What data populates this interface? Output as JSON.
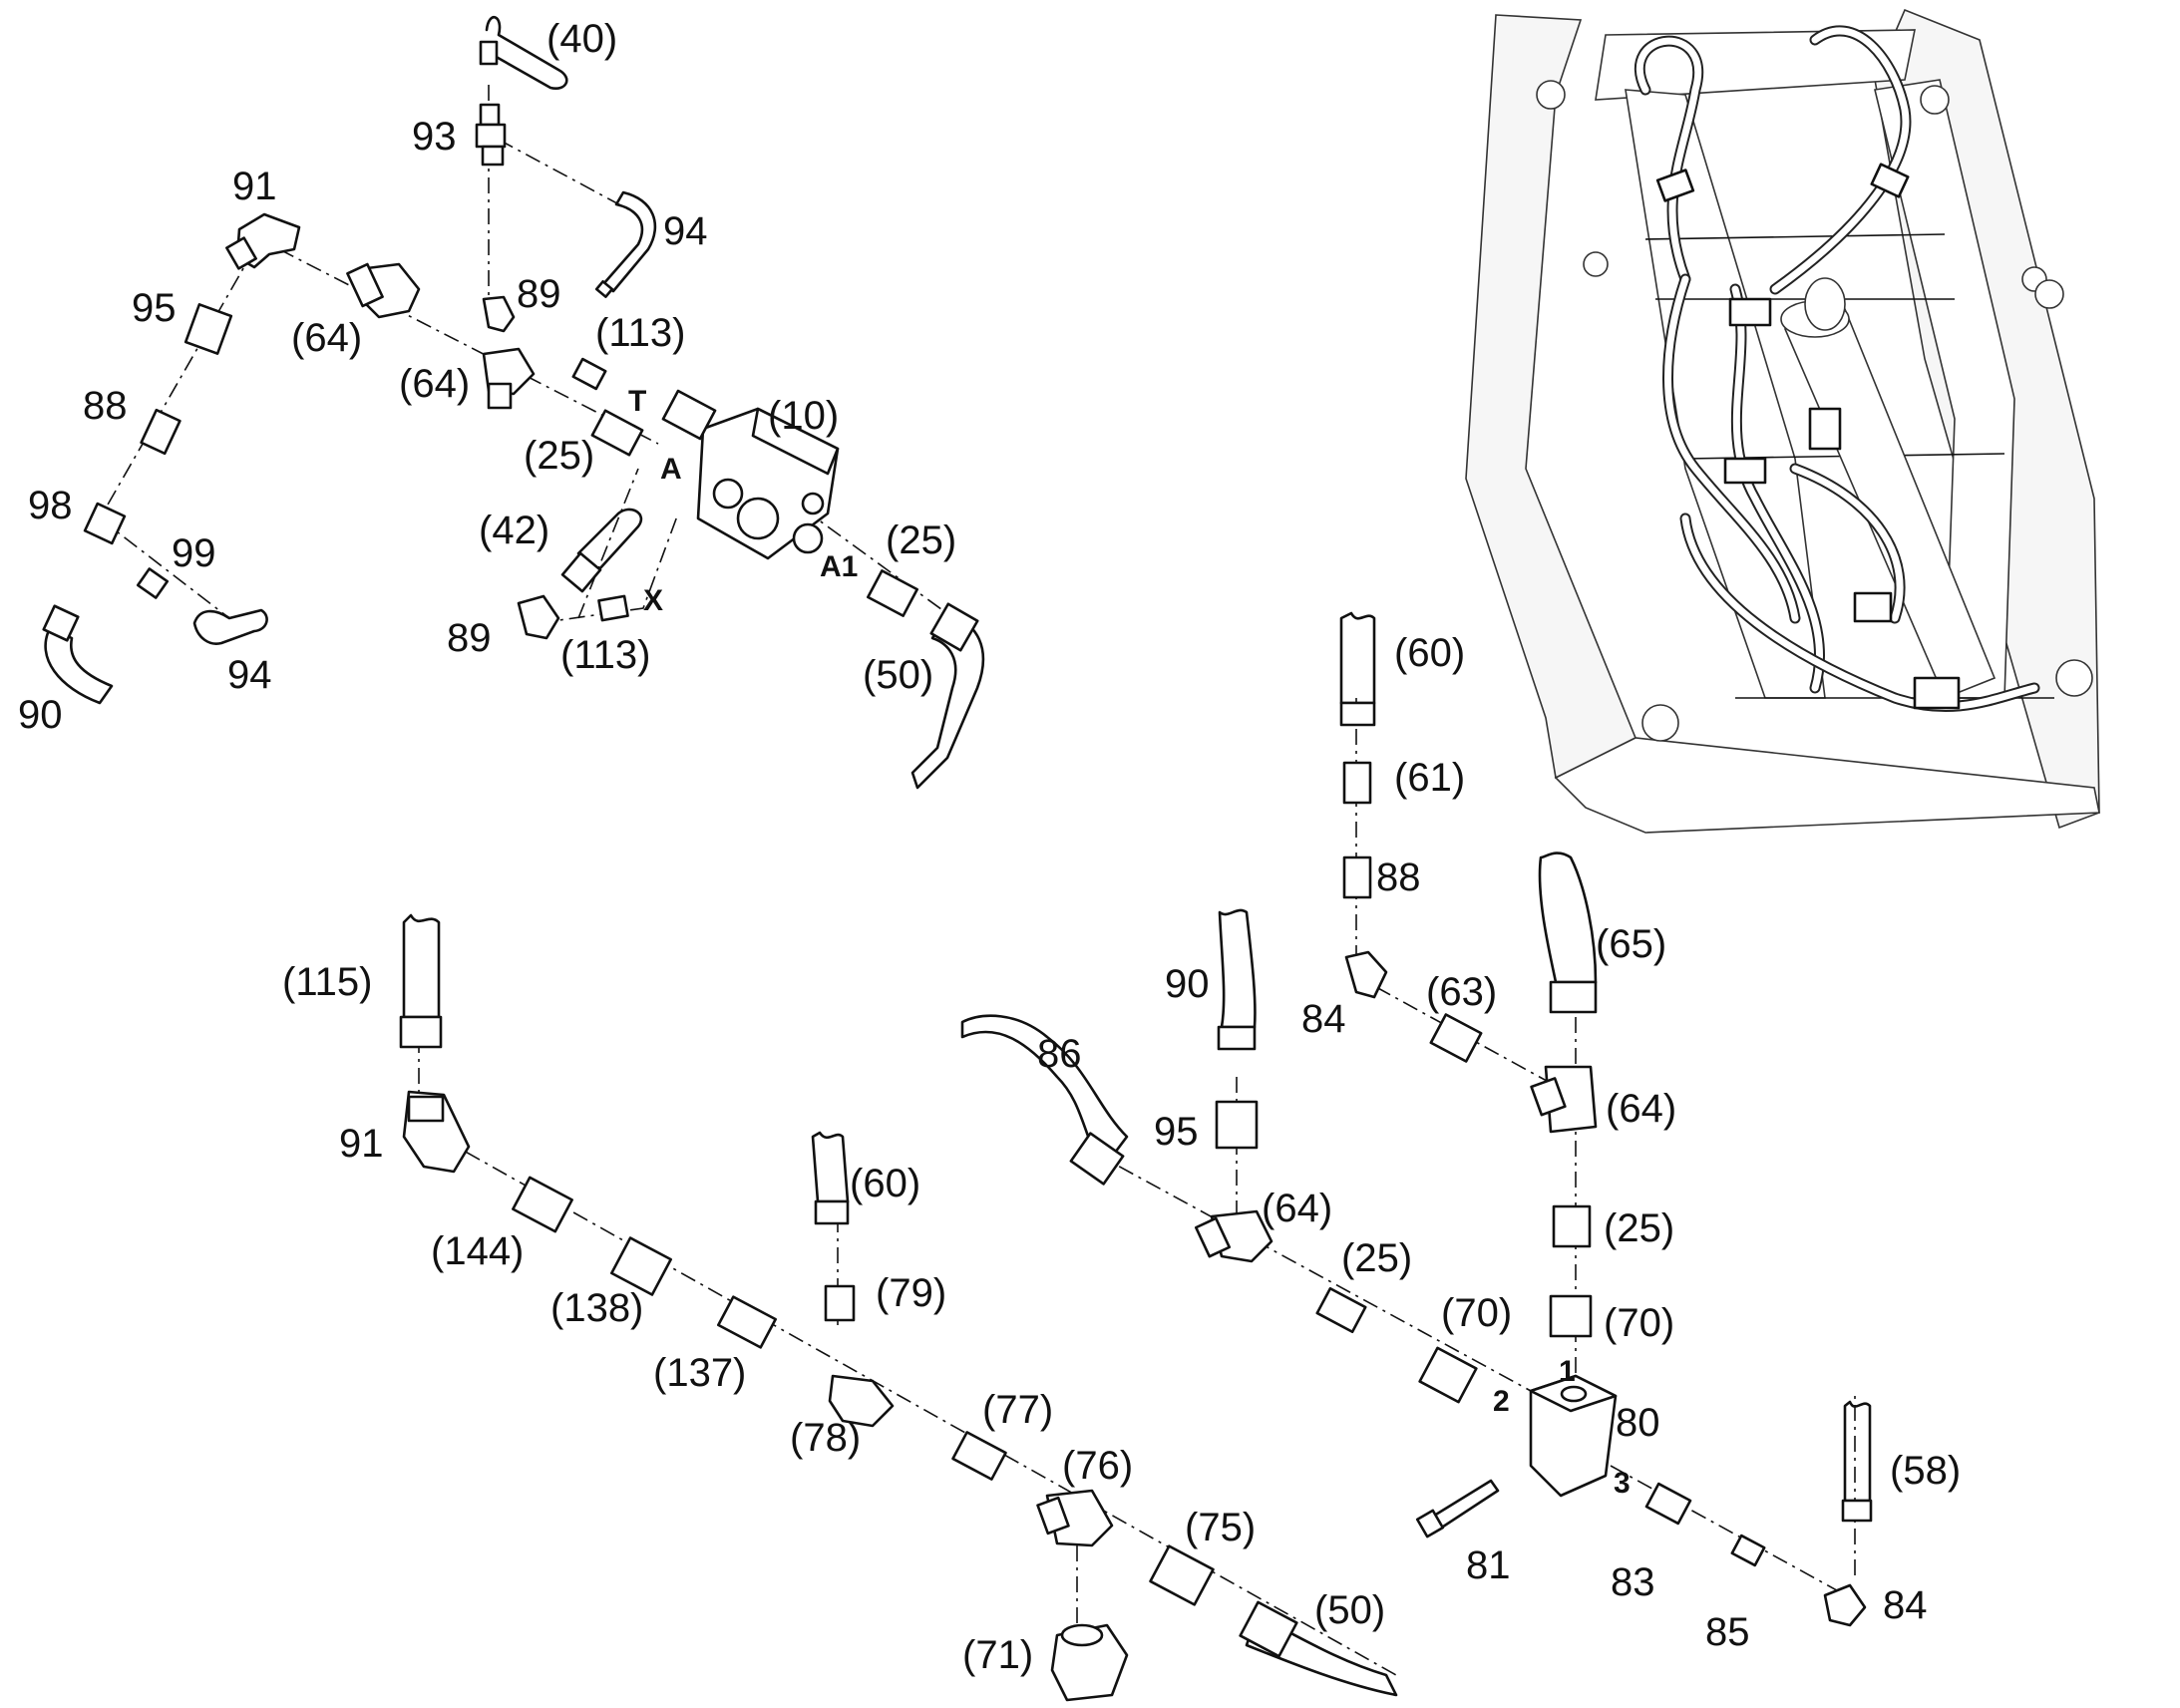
{
  "labels": {
    "l40": "(40)",
    "l93": "93",
    "l94a": "94",
    "l91a": "91",
    "l89a": "89",
    "l95a": "95",
    "l64a": "(64)",
    "l64b": "(64)",
    "l113a": "(113)",
    "l88a": "88",
    "l25a": "(25)",
    "l10": "(10)",
    "l42": "(42)",
    "l98": "98",
    "l99": "99",
    "l89b": "89",
    "l113b": "(113)",
    "l25b": "(25)",
    "l50a": "(50)",
    "l90a": "90",
    "l94b": "94",
    "l60a": "(60)",
    "l61": "(61)",
    "l88b": "88",
    "l65": "(65)",
    "l63": "(63)",
    "l84a": "84",
    "l90b": "90",
    "l86": "86",
    "l64c": "(64)",
    "l95b": "95",
    "l64d": "(64)",
    "l25c": "(25)",
    "l25d": "(25)",
    "l70a": "(70)",
    "l70b": "(70)",
    "l80": "80",
    "l81": "81",
    "l83": "83",
    "l85": "85",
    "l84b": "84",
    "l58": "(58)",
    "l115": "(115)",
    "l91b": "91",
    "l144": "(144)",
    "l138": "(138)",
    "l137": "(137)",
    "l60b": "(60)",
    "l79": "(79)",
    "l78": "(78)",
    "l77": "(77)",
    "l76": "(76)",
    "l75": "(75)",
    "l71": "(71)",
    "l50b": "(50)"
  },
  "ports": {
    "T": "T",
    "A": "A",
    "X": "X",
    "A1": "A1",
    "p1": "1",
    "p2": "2",
    "p3": "3"
  },
  "colors": {
    "line": "#111111",
    "background": "#ffffff",
    "frame_fill": "#f6f6f6"
  }
}
